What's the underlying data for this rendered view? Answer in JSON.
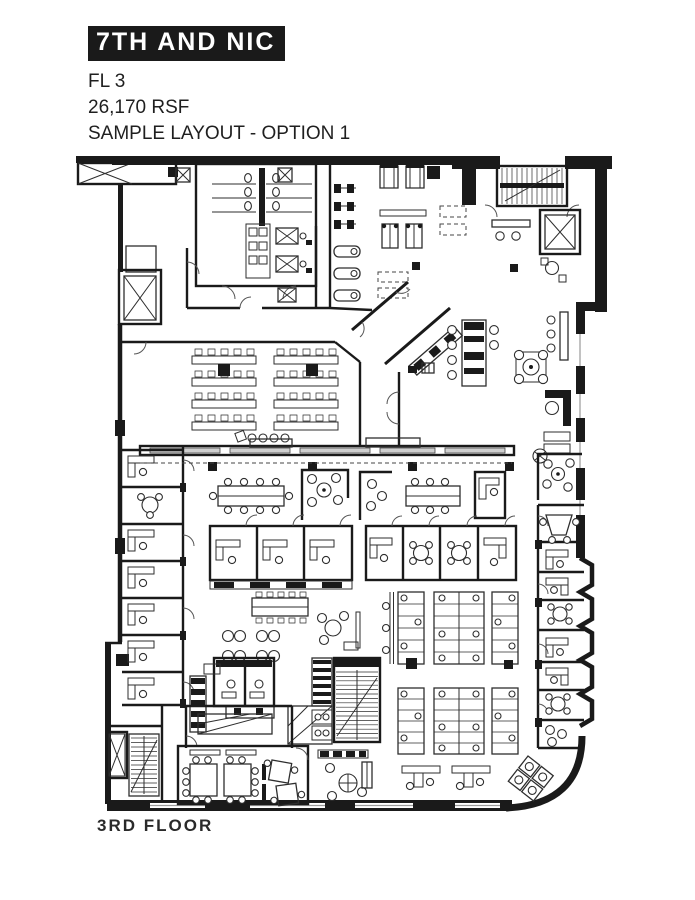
{
  "page": {
    "background": "#ffffff"
  },
  "header": {
    "title": "7TH AND NIC",
    "title_bg": "#1a1a1a",
    "title_color": "#ffffff",
    "floor": "FL 3",
    "area": "26,170 RSF",
    "layout": "SAMPLE LAYOUT - OPTION 1"
  },
  "plan": {
    "label": "3RD FLOOR",
    "ink": "#1a1a1a",
    "furniture_gray": "#2e2e2e",
    "window_gray": "#9a9a9a"
  }
}
